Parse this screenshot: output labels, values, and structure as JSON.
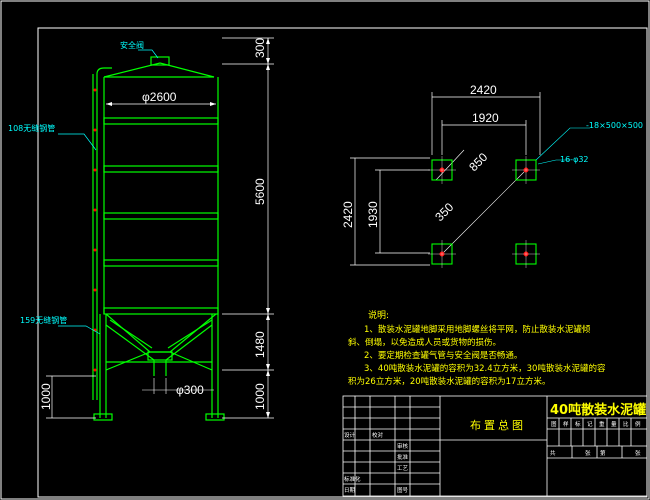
{
  "elevation": {
    "safety_valve_label": "安全阀",
    "vent_pipe_label": "108无缝钢管",
    "support_pipe_label": "159无缝钢管",
    "diameter_label": "φ2600",
    "outlet_label": "φ300",
    "height_dims": [
      "300",
      "5600",
      "1480",
      "1000"
    ],
    "left_dim": "1000"
  },
  "plan": {
    "width_outer": "2420",
    "width_inner": "1920",
    "height_outer": "2420",
    "height_inner": "1930",
    "diag_1": "850",
    "diag_2": "350",
    "plate_label": "-18×500×500",
    "bolt_label": "16-φ32"
  },
  "notes": {
    "heading": "说明:",
    "lines": [
      "1、散装水泥罐地脚采用地脚螺丝将平网，防止散装水泥罐倾",
      "斜、倒塌，以免造成人员或货物的损伤。",
      "2、要定期检查罐气管与安全阀是否畅通。",
      "3、40吨散装水泥罐的容积为32.4立方米，30吨散装水泥罐的容",
      "积为26立方米，20吨散装水泥罐的容积为17立方米。"
    ]
  },
  "title_block": {
    "drawing_title": "布置总图",
    "product_title": "40吨散装水泥罐",
    "small_cells": [
      "设计",
      "校对",
      "审核",
      "批准",
      "工艺",
      "标准化",
      "日期",
      "图号"
    ],
    "right_cells": [
      "图",
      "样",
      "标",
      "记",
      "重",
      "量",
      "比",
      "例"
    ],
    "bottom_cells": [
      "共",
      "张",
      "第",
      "张"
    ]
  },
  "colors": {
    "background": "#000000",
    "drawing": "#00ff00",
    "dimension": "#ffffff",
    "leader": "#00ffff",
    "note": "#ffff00",
    "accent": "#ff0000"
  }
}
